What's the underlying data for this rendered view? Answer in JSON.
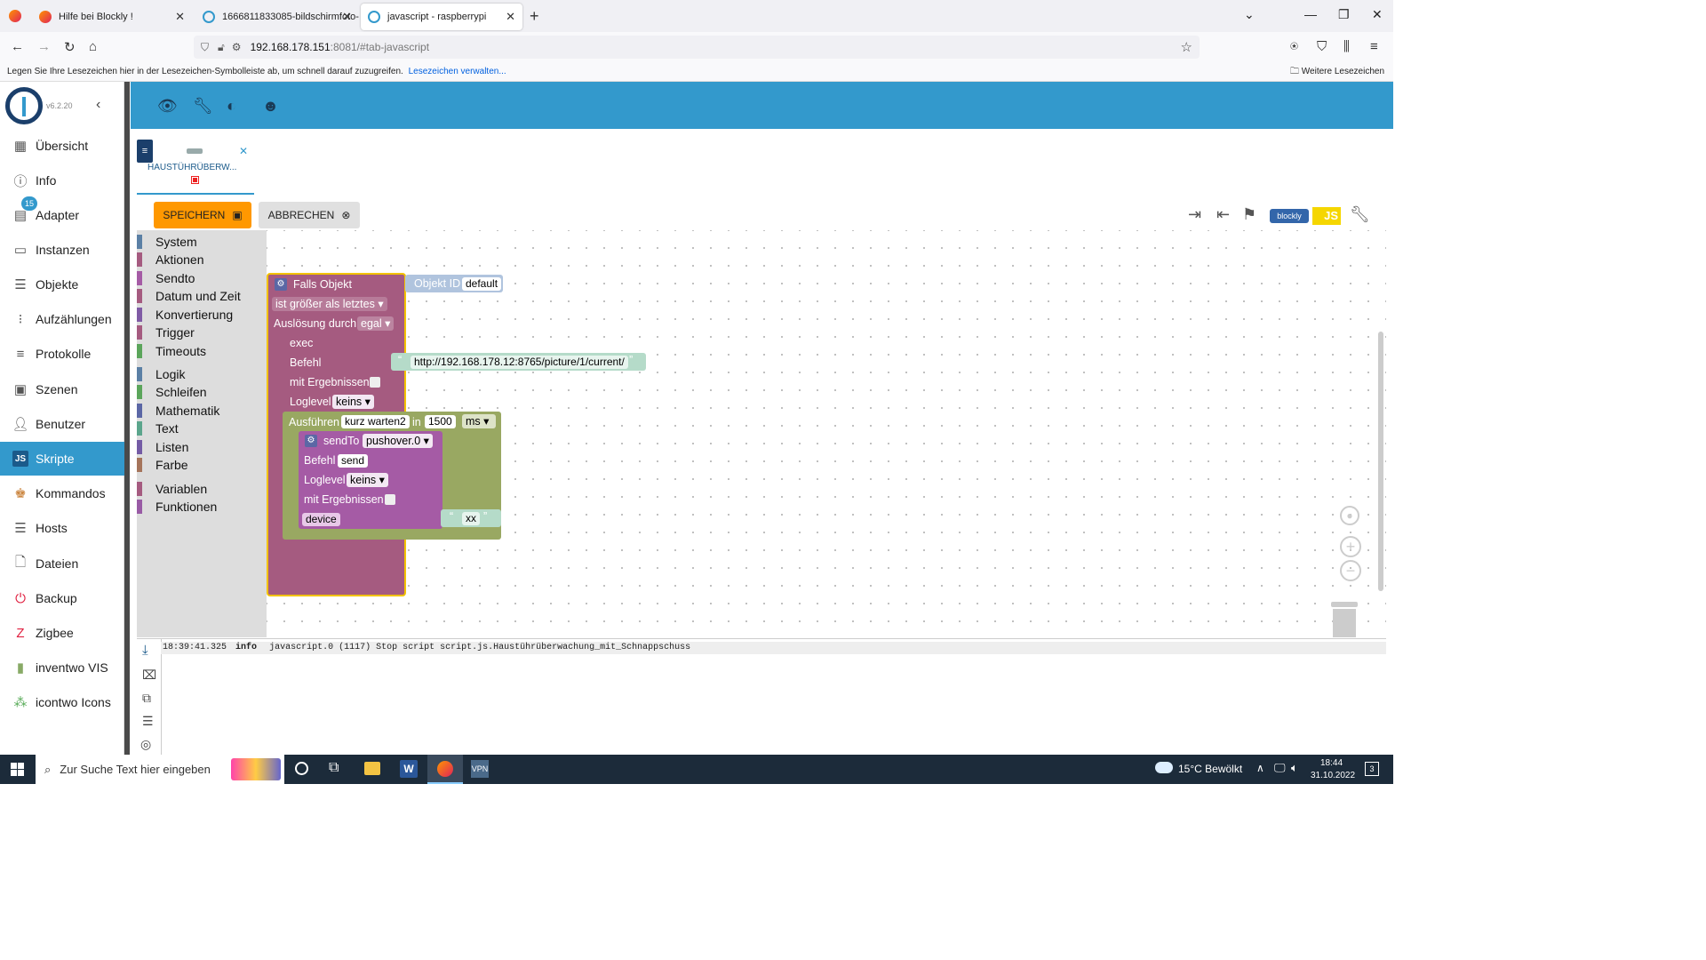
{
  "browser": {
    "tabs": [
      {
        "title": "Hilfe bei Blockly !"
      },
      {
        "title": "1666811833085-bildschirmfoto-"
      },
      {
        "title": "javascript - raspberrypi"
      }
    ],
    "url_host": "192.168.178.151",
    "url_rest": ":8081/#tab-javascript",
    "bookmarks_text": "Legen Sie Ihre Lesezeichen hier in der Lesezeichen-Symbolleiste ab, um schnell darauf zuzugreifen.",
    "bookmarks_link": "Lesezeichen verwalten...",
    "more_bookmarks": "Weitere Lesezeichen"
  },
  "app": {
    "version": "v6.2.20",
    "adapter_badge": "15",
    "sidebar": [
      {
        "label": "Übersicht",
        "icon": "grid-icon"
      },
      {
        "label": "Info",
        "icon": "info-icon"
      },
      {
        "label": "Adapter",
        "icon": "store-icon"
      },
      {
        "label": "Instanzen",
        "icon": "instances-icon"
      },
      {
        "label": "Objekte",
        "icon": "list-icon"
      },
      {
        "label": "Aufzählungen",
        "icon": "enum-icon"
      },
      {
        "label": "Protokolle",
        "icon": "log-icon"
      },
      {
        "label": "Szenen",
        "icon": "scene-icon"
      },
      {
        "label": "Benutzer",
        "icon": "user-icon"
      },
      {
        "label": "Skripte",
        "icon": "js-icon"
      },
      {
        "label": "Kommandos",
        "icon": "command-icon"
      },
      {
        "label": "Hosts",
        "icon": "hosts-icon"
      },
      {
        "label": "Dateien",
        "icon": "file-icon"
      },
      {
        "label": "Backup",
        "icon": "backup-icon"
      },
      {
        "label": "Zigbee",
        "icon": "zigbee-icon"
      },
      {
        "label": "inventwo VIS",
        "icon": "vis-icon"
      },
      {
        "label": "icontwo Icons",
        "icon": "icons-icon"
      }
    ],
    "script_tab": "HAUSTÜHRÜBERW...",
    "save_label": "SPEICHERN",
    "cancel_label": "ABBRECHEN",
    "blockly_badge": "blockly",
    "js_badge": "JS",
    "categories": [
      {
        "label": "System",
        "color": "#5b80a5"
      },
      {
        "label": "Aktionen",
        "color": "#a55b80"
      },
      {
        "label": "Sendto",
        "color": "#a55ba5"
      },
      {
        "label": "Datum und Zeit",
        "color": "#a55b80"
      },
      {
        "label": "Konvertierung",
        "color": "#805ba5"
      },
      {
        "label": "Trigger",
        "color": "#a55b80"
      },
      {
        "label": "Timeouts",
        "color": "#5ba55b"
      },
      {
        "label": "Logik",
        "color": "#5b80a5"
      },
      {
        "label": "Schleifen",
        "color": "#5ba55b"
      },
      {
        "label": "Mathematik",
        "color": "#5b67a5"
      },
      {
        "label": "Text",
        "color": "#5ba58c"
      },
      {
        "label": "Listen",
        "color": "#745ba5"
      },
      {
        "label": "Farbe",
        "color": "#a5745b"
      },
      {
        "label": "Variablen",
        "color": "#a55b80"
      },
      {
        "label": "Funktionen",
        "color": "#995ba5"
      }
    ],
    "blocks": {
      "trigger_title": "Falls Objekt",
      "object_id_label": "Objekt ID",
      "object_id_value": "default",
      "condition": "ist größer als letztes",
      "trigger_label": "Auslösung durch",
      "trigger_value": "egal",
      "exec_label": "exec",
      "command_label": "Befehl",
      "command_value": "http://192.168.178.12:8765/picture/1/current/",
      "with_results": "mit Ergebnissen",
      "loglevel_label": "Loglevel",
      "loglevel_value": "keins",
      "run_label": "Ausführen",
      "run_name": "kurz warten2",
      "in_label": "in",
      "delay": "1500",
      "unit": "ms",
      "sendto_label": "sendTo",
      "sendto_target": "pushover.0",
      "send_command_label": "Befehl",
      "send_command_value": "send",
      "send_loglevel_label": "Loglevel",
      "send_loglevel_value": "keins",
      "send_with_results": "mit Ergebnissen",
      "device_label": "device",
      "device_value": "xx"
    },
    "log": {
      "time": "18:39:41.325",
      "level": "info",
      "message": "javascript.0 (1117) Stop script script.js.Haustührüberwachung_mit_Schnappschuss"
    }
  },
  "taskbar": {
    "search_placeholder": "Zur Suche Text hier eingeben",
    "weather": "15°C  Bewölkt",
    "time": "18:44",
    "date": "31.10.2022",
    "vpn_label": "VPN",
    "notification_count": "3"
  }
}
